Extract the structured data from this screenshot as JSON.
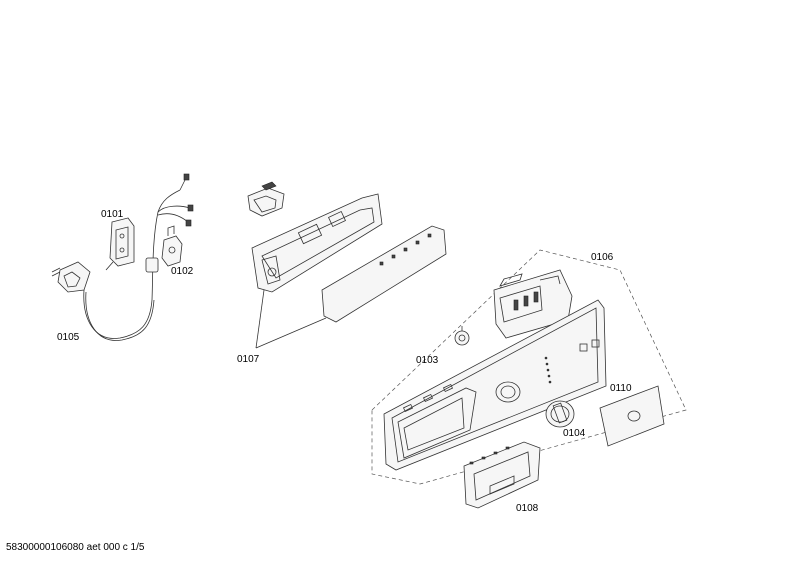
{
  "labels": {
    "p0101": "0101",
    "p0102": "0102",
    "p0103": "0103",
    "p0104": "0104",
    "p0105": "0105",
    "p0106": "0106",
    "p0107": "0107",
    "p0108": "0108",
    "p0110": "0110"
  },
  "footer": "58300000106080 aet 000 c 1/5"
}
